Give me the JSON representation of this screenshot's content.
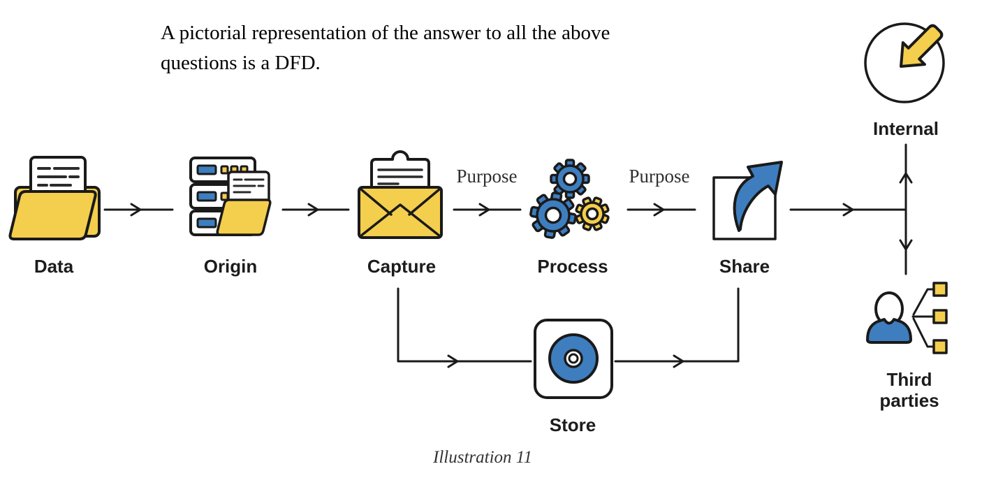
{
  "intro": {
    "line1": "A pictorial representation of the answer to all the above",
    "line2": "questions is a DFD."
  },
  "caption": "Illustration 11",
  "colors": {
    "yellow": "#F4CE4D",
    "blue": "#3E7EBF",
    "outline": "#1A1A1A",
    "label_text": "#1C1C1C",
    "purpose_text": "#2F2F2F"
  },
  "nodes": {
    "data": {
      "label": "Data",
      "icon": "folder-document-icon"
    },
    "origin": {
      "label": "Origin",
      "icon": "server-stack-icon"
    },
    "capture": {
      "label": "Capture",
      "icon": "envelope-letter-icon"
    },
    "process": {
      "label": "Process",
      "icon": "gears-icon"
    },
    "share": {
      "label": "Share",
      "icon": "share-arrow-icon"
    },
    "store": {
      "label": "Store",
      "icon": "disc-icon"
    },
    "internal": {
      "label": "Internal",
      "icon": "inward-arrow-circle-icon"
    },
    "third_parties": {
      "label": "Third parties",
      "label_line1": "Third",
      "label_line2": "parties",
      "icon": "person-distribution-icon"
    }
  },
  "edges": {
    "purpose_capture_process": "Purpose",
    "purpose_process_share": "Purpose"
  }
}
